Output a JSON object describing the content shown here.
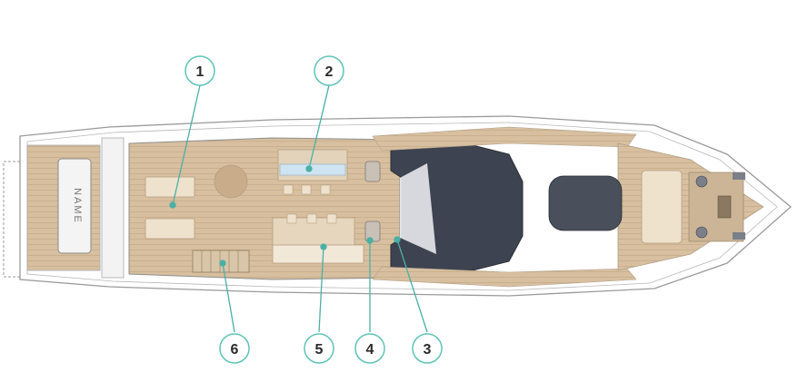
{
  "diagram": {
    "hull_name_text": "NAME",
    "callouts": [
      {
        "id": "1",
        "label": "1"
      },
      {
        "id": "2",
        "label": "2"
      },
      {
        "id": "3",
        "label": "3"
      },
      {
        "id": "4",
        "label": "4"
      },
      {
        "id": "5",
        "label": "5"
      },
      {
        "id": "6",
        "label": "6"
      }
    ],
    "colors": {
      "teak": "#d7bf9f",
      "cushion": "#efe2cc",
      "hull_line": "#9a9a9a",
      "superstructure": "#3d4350",
      "callout_ring": "#5fc3b8",
      "accent_blue": "#cfe4f3"
    }
  }
}
